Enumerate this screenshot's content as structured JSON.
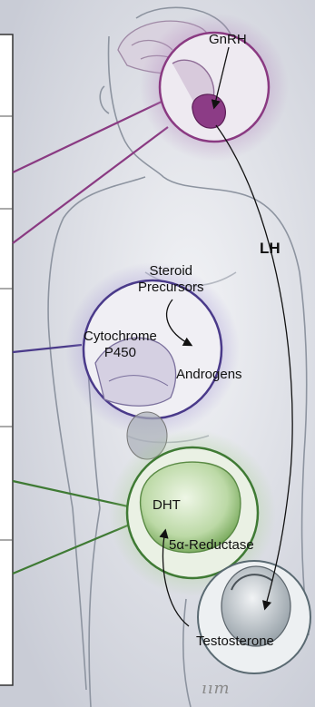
{
  "labels": {
    "gnrh": "GnRH",
    "lh": "LH",
    "steroid_precursors": "Steroid\nPrecursors",
    "cytochrome": "Cytochrome\nP450",
    "androgens": "Androgens",
    "dht": "DHT",
    "reductase": "5α-Reductase",
    "testosterone": "Testosterone"
  },
  "colors": {
    "pituitary_ring": "#8a3a82",
    "adrenal_ring": "#4a3a8a",
    "prostate_ring": "#3f7a34",
    "testis_ring": "#5a6a72",
    "panel_border": "#333333"
  }
}
